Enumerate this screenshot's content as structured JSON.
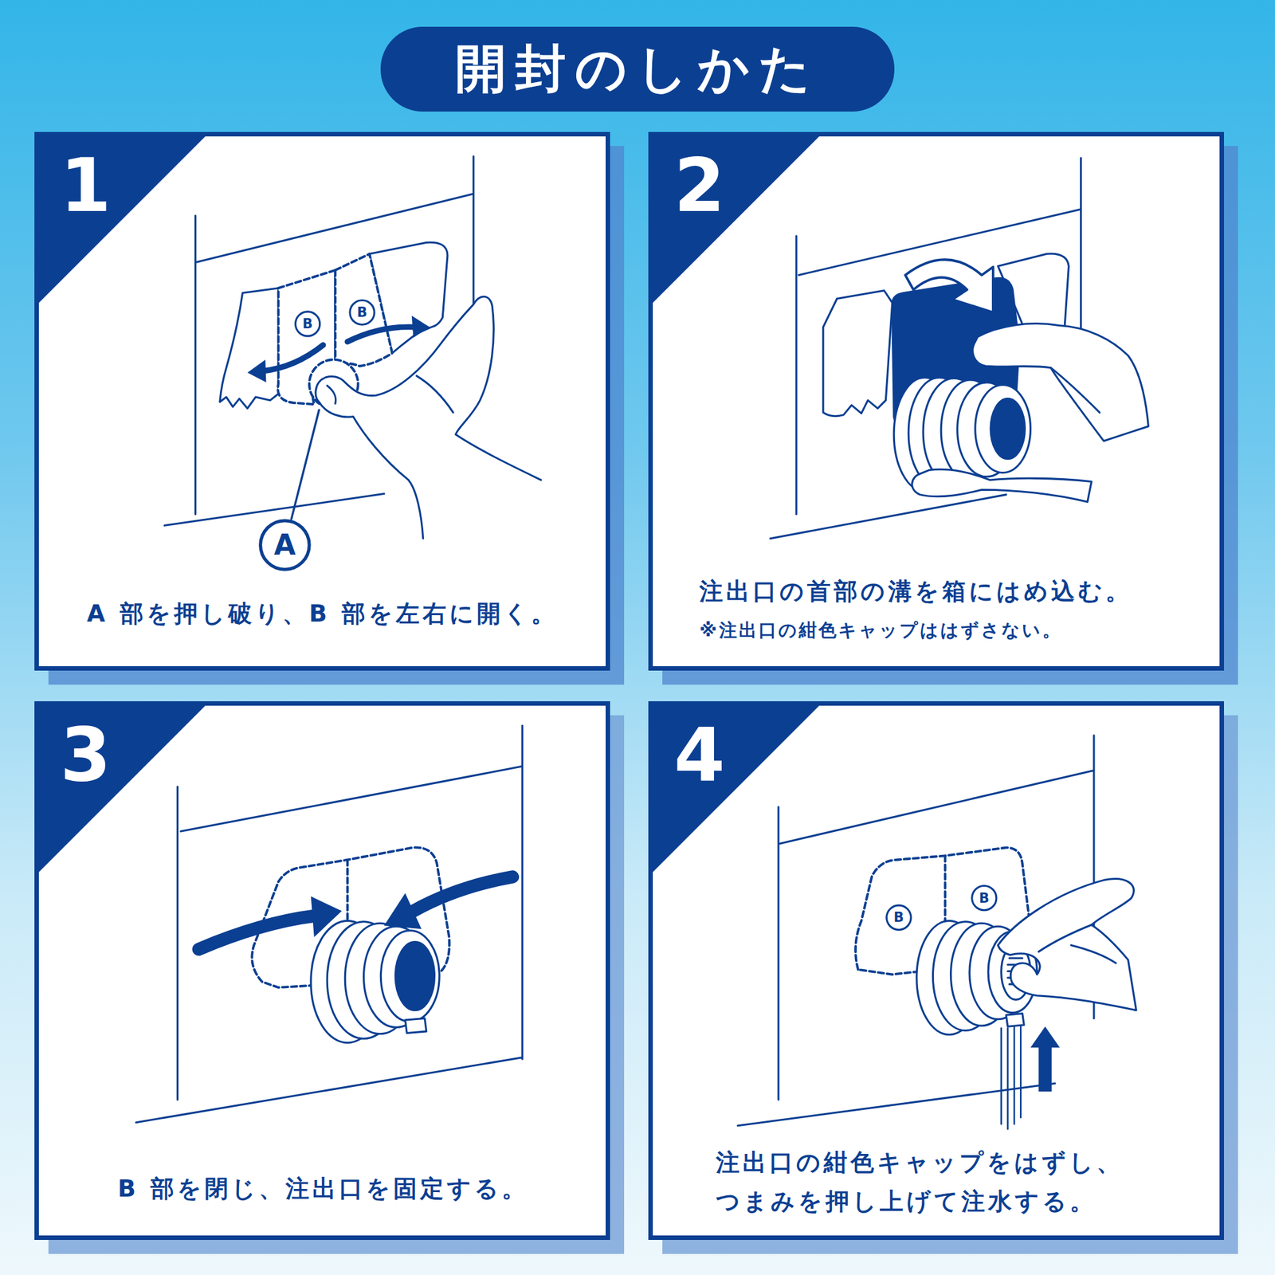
{
  "diagram": {
    "title": "開封のしかた",
    "nodes": [
      {
        "text": [
          "1",
          "A 部を押し破り、B 部を左右に開く。"
        ]
      },
      {
        "text": [
          "2",
          "注出口の首部の溝を箱にはめ込む。",
          "※注出口の紺色キャップははずさない。"
        ]
      },
      {
        "text": [
          "3",
          "B 部を閉じ、注出口を固定する。"
        ]
      },
      {
        "text": [
          "4",
          "注出口の紺色キャップをはずし、 つまみを押し上げて注水する。"
        ]
      }
    ],
    "labels": [
      "B",
      "B",
      "A",
      "B",
      "B"
    ]
  }
}
